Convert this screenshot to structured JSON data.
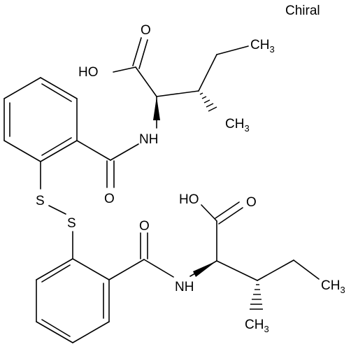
{
  "chiral_label": "Chiral",
  "atoms": {
    "O_upper_carbonyl": "O",
    "HO_upper": "HO",
    "NH_upper": "NH",
    "O_upper_amide": "O",
    "S1": "S",
    "S2": "S",
    "O_lower_amide": "O",
    "NH_lower": "NH",
    "HO_lower": "HO",
    "O_lower_carbonyl": "O"
  },
  "methyls": {
    "upper_ethyl": {
      "base": "CH",
      "sub": "3"
    },
    "upper_methyl": {
      "base": "CH",
      "sub": "3"
    },
    "lower_ethyl": {
      "base": "CH",
      "sub": "3"
    },
    "lower_methyl": {
      "base": "CH",
      "sub": "3"
    }
  }
}
